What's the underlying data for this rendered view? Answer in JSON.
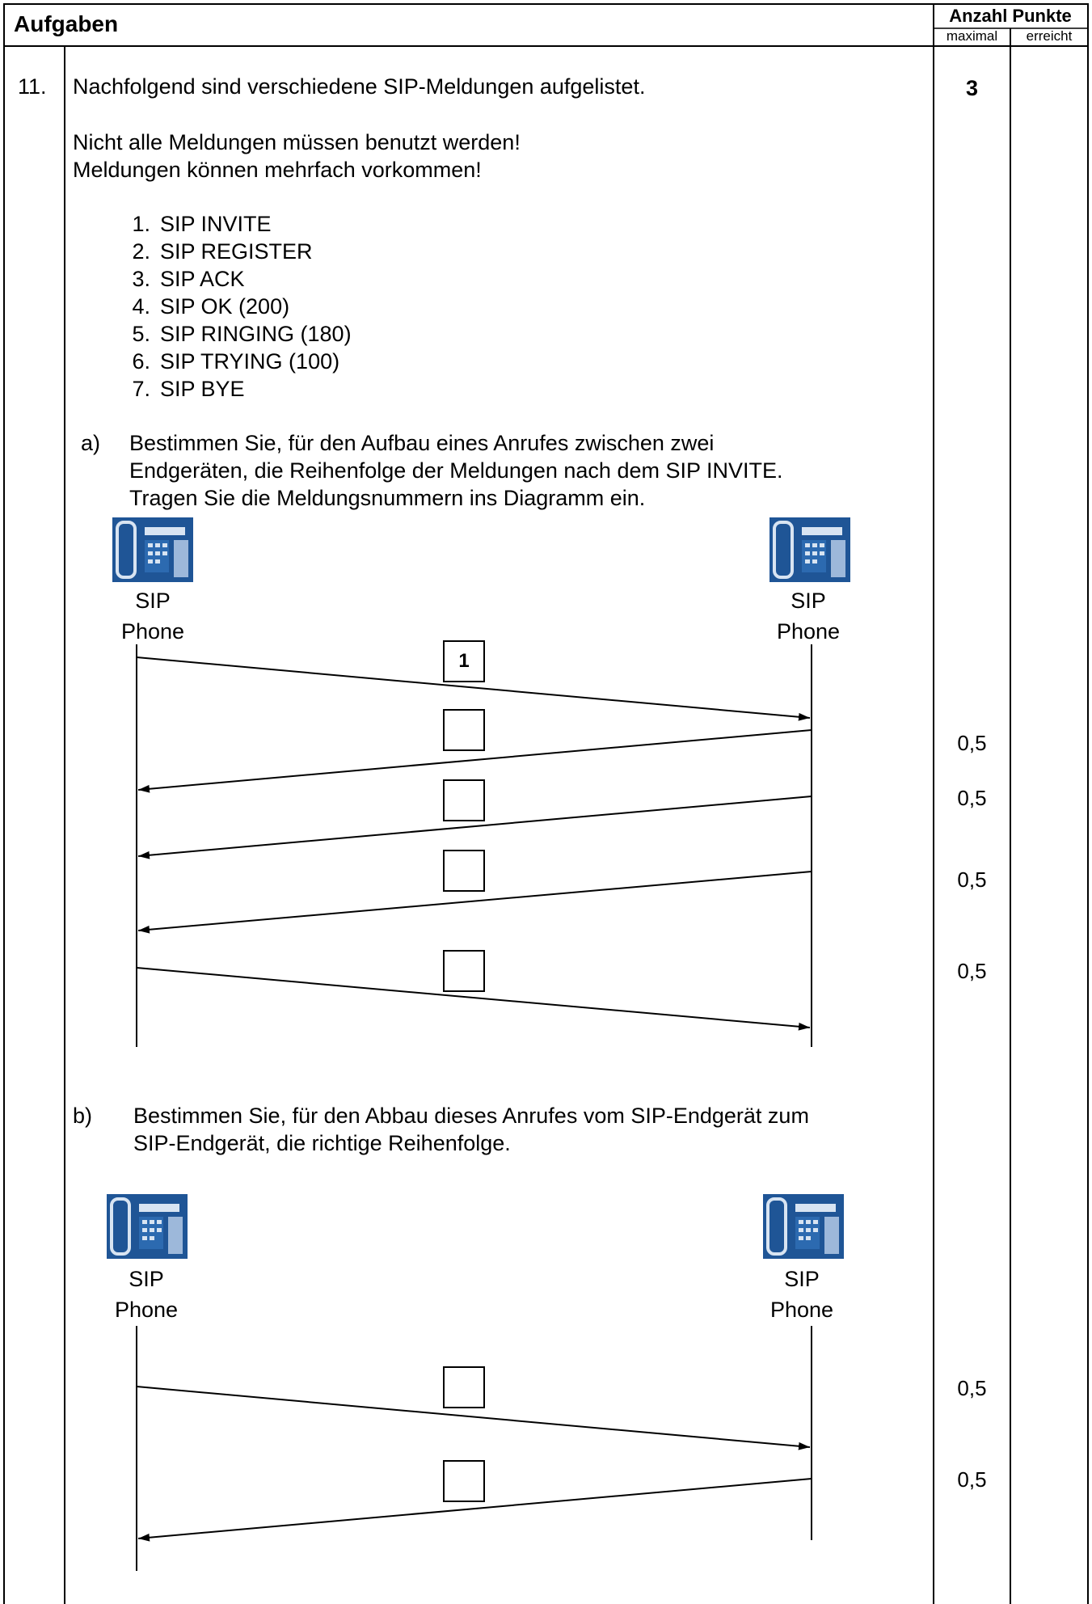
{
  "header": {
    "title": "Aufgaben",
    "points_title": "Anzahl Punkte",
    "col_max": "maximal",
    "col_reached": "erreicht"
  },
  "task": {
    "number": "11.",
    "points_max": "3",
    "intro": "Nachfolgend sind verschiedene SIP-Meldungen aufgelistet.",
    "note1": "Nicht alle Meldungen müssen benutzt werden!",
    "note2": "Meldungen können mehrfach vorkommen!",
    "messages": [
      {
        "n": "1.",
        "label": "SIP INVITE"
      },
      {
        "n": "2.",
        "label": "SIP REGISTER"
      },
      {
        "n": "3.",
        "label": "SIP ACK"
      },
      {
        "n": "4.",
        "label": "SIP OK (200)"
      },
      {
        "n": "5.",
        "label": "SIP RINGING (180)"
      },
      {
        "n": "6.",
        "label": "SIP TRYING (100)"
      },
      {
        "n": "7.",
        "label": "SIP BYE"
      }
    ],
    "part_a": {
      "letter": "a)",
      "line1": "Bestimmen Sie, für den Aufbau eines Anrufes zwischen zwei",
      "line2": "Endgeräten, die Reihenfolge der Meldungen nach dem SIP INVITE.",
      "line3": "Tragen Sie die Meldungsnummern ins Diagramm ein.",
      "boxes": [
        "1",
        "",
        "",
        "",
        ""
      ],
      "points": [
        "0,5",
        "0,5",
        "0,5",
        "0,5"
      ]
    },
    "part_b": {
      "letter": "b)",
      "line1": "Bestimmen Sie, für den Abbau dieses Anrufes vom SIP-Endgerät zum",
      "line2": "SIP-Endgerät, die richtige Reihenfolge.",
      "boxes": [
        "",
        ""
      ],
      "points": [
        "0,5",
        "0,5"
      ]
    },
    "phone_label_line1": "SIP",
    "phone_label_line2": "Phone"
  },
  "colors": {
    "phone_dark": "#1f5596",
    "phone_light": "#d8e4f2"
  }
}
